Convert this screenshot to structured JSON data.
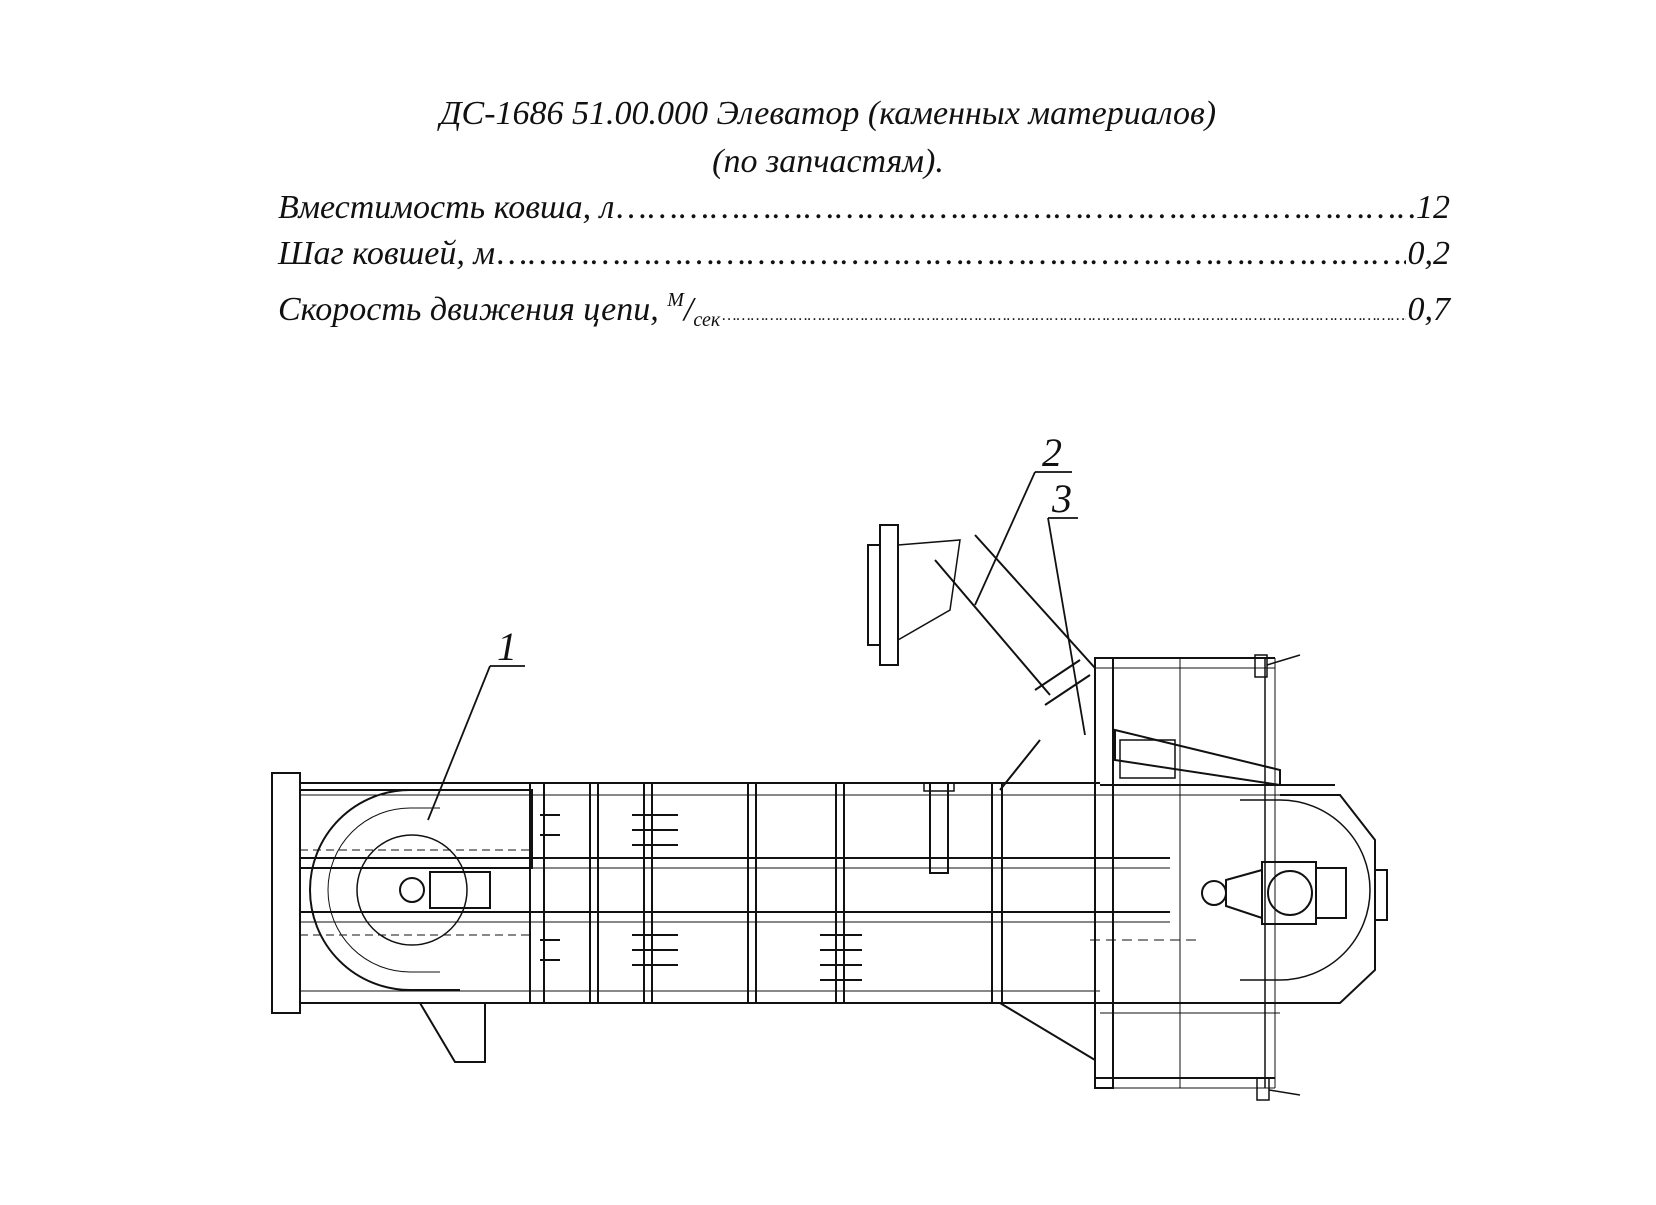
{
  "header": {
    "title_line1": "ДС-1686 51.00.000 Элеватор (каменных материалов)",
    "title_line2": "(по запчастям)."
  },
  "specs": [
    {
      "label": "Вместимость ковша, л",
      "value": "12"
    },
    {
      "label": "Шаг ковшей, м",
      "value": "0,2"
    },
    {
      "label": "Скорость движения цепи,",
      "unit_num": "М",
      "unit_den": "сек",
      "value": "0,7"
    }
  ],
  "drawing": {
    "callouts": [
      "1",
      "2",
      "3"
    ],
    "line_color": "#111111"
  }
}
